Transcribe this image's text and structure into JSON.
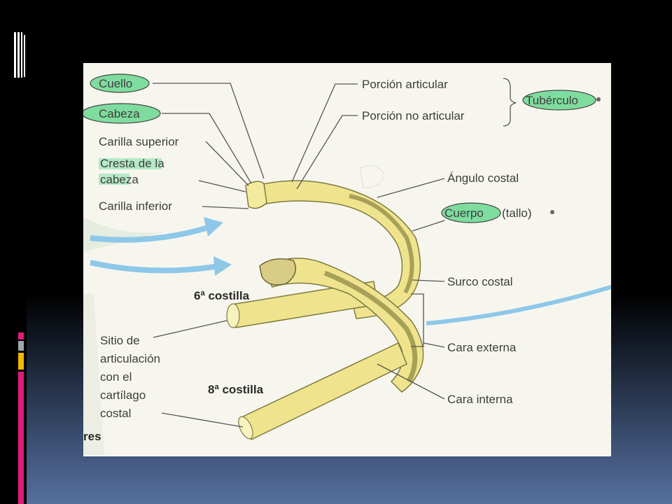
{
  "slide": {
    "background_top": "#000000",
    "background_bottom": "#56709e",
    "accent_colors": [
      "#e0197c",
      "#f2b705",
      "#9ea7b3"
    ]
  },
  "diagram": {
    "labels": {
      "cuello": "Cuello",
      "cabeza": "Cabeza",
      "carilla_superior": "Carilla superior",
      "cresta_1": "Cresta de la",
      "cresta_2": "cabeza",
      "carilla_inferior": "Carilla inferior",
      "porcion_articular": "Porción articular",
      "porcion_no_articular": "Porción no articular",
      "tuberculo": "Tubérculo",
      "angulo_costal": "Ángulo costal",
      "cuerpo": "Cuerpo",
      "tallo": "(tallo)",
      "surco_costal": "Surco costal",
      "sexta_costilla": "6ª costilla",
      "octava_costilla": "8ª costilla",
      "sitio_1": "Sitio de",
      "sitio_2": "articulación",
      "sitio_3": "con el",
      "sitio_4": "cartílago",
      "sitio_5": "costal",
      "cara_externa": "Cara externa",
      "cara_interna": "Cara interna",
      "fragment_res": "res"
    },
    "colors": {
      "bone": "#efe48d",
      "bone_shadow": "#9c9a52",
      "highlight_green": "#7fdc9f",
      "arrow_blue": "#8ec8e8",
      "paper": "#f7f6ee"
    }
  }
}
